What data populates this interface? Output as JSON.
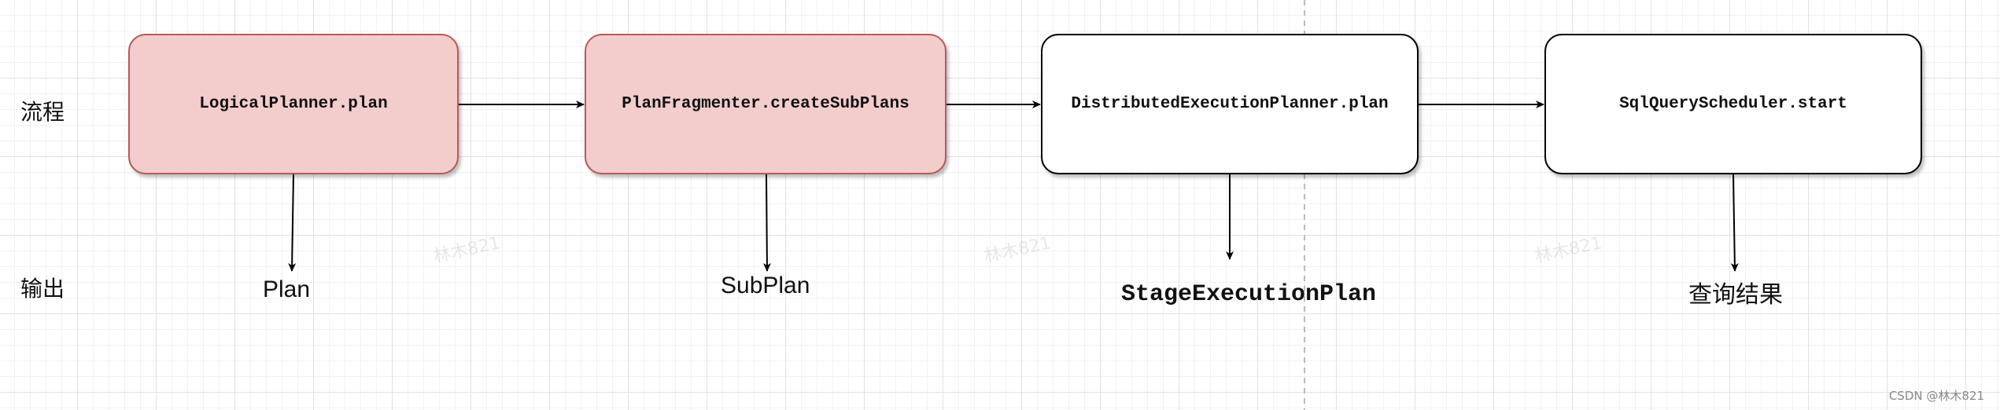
{
  "rows": {
    "flow_label": "流程",
    "output_label": "输出"
  },
  "nodes": [
    {
      "label": "LogicalPlanner.plan",
      "fill": "#f3cccc",
      "stroke": "#b65b56"
    },
    {
      "label": "PlanFragmenter.createSubPlans",
      "fill": "#f3cccc",
      "stroke": "#b65b56"
    },
    {
      "label": "DistributedExecutionPlanner.plan",
      "fill": "#ffffff",
      "stroke": "#000000"
    },
    {
      "label": "SqlQueryScheduler.start",
      "fill": "#ffffff",
      "stroke": "#000000"
    }
  ],
  "outputs": [
    "Plan",
    "SubPlan",
    "StageExecutionPlan",
    "查询结果"
  ],
  "watermark": "林木821",
  "credit": "CSDN @林木821"
}
